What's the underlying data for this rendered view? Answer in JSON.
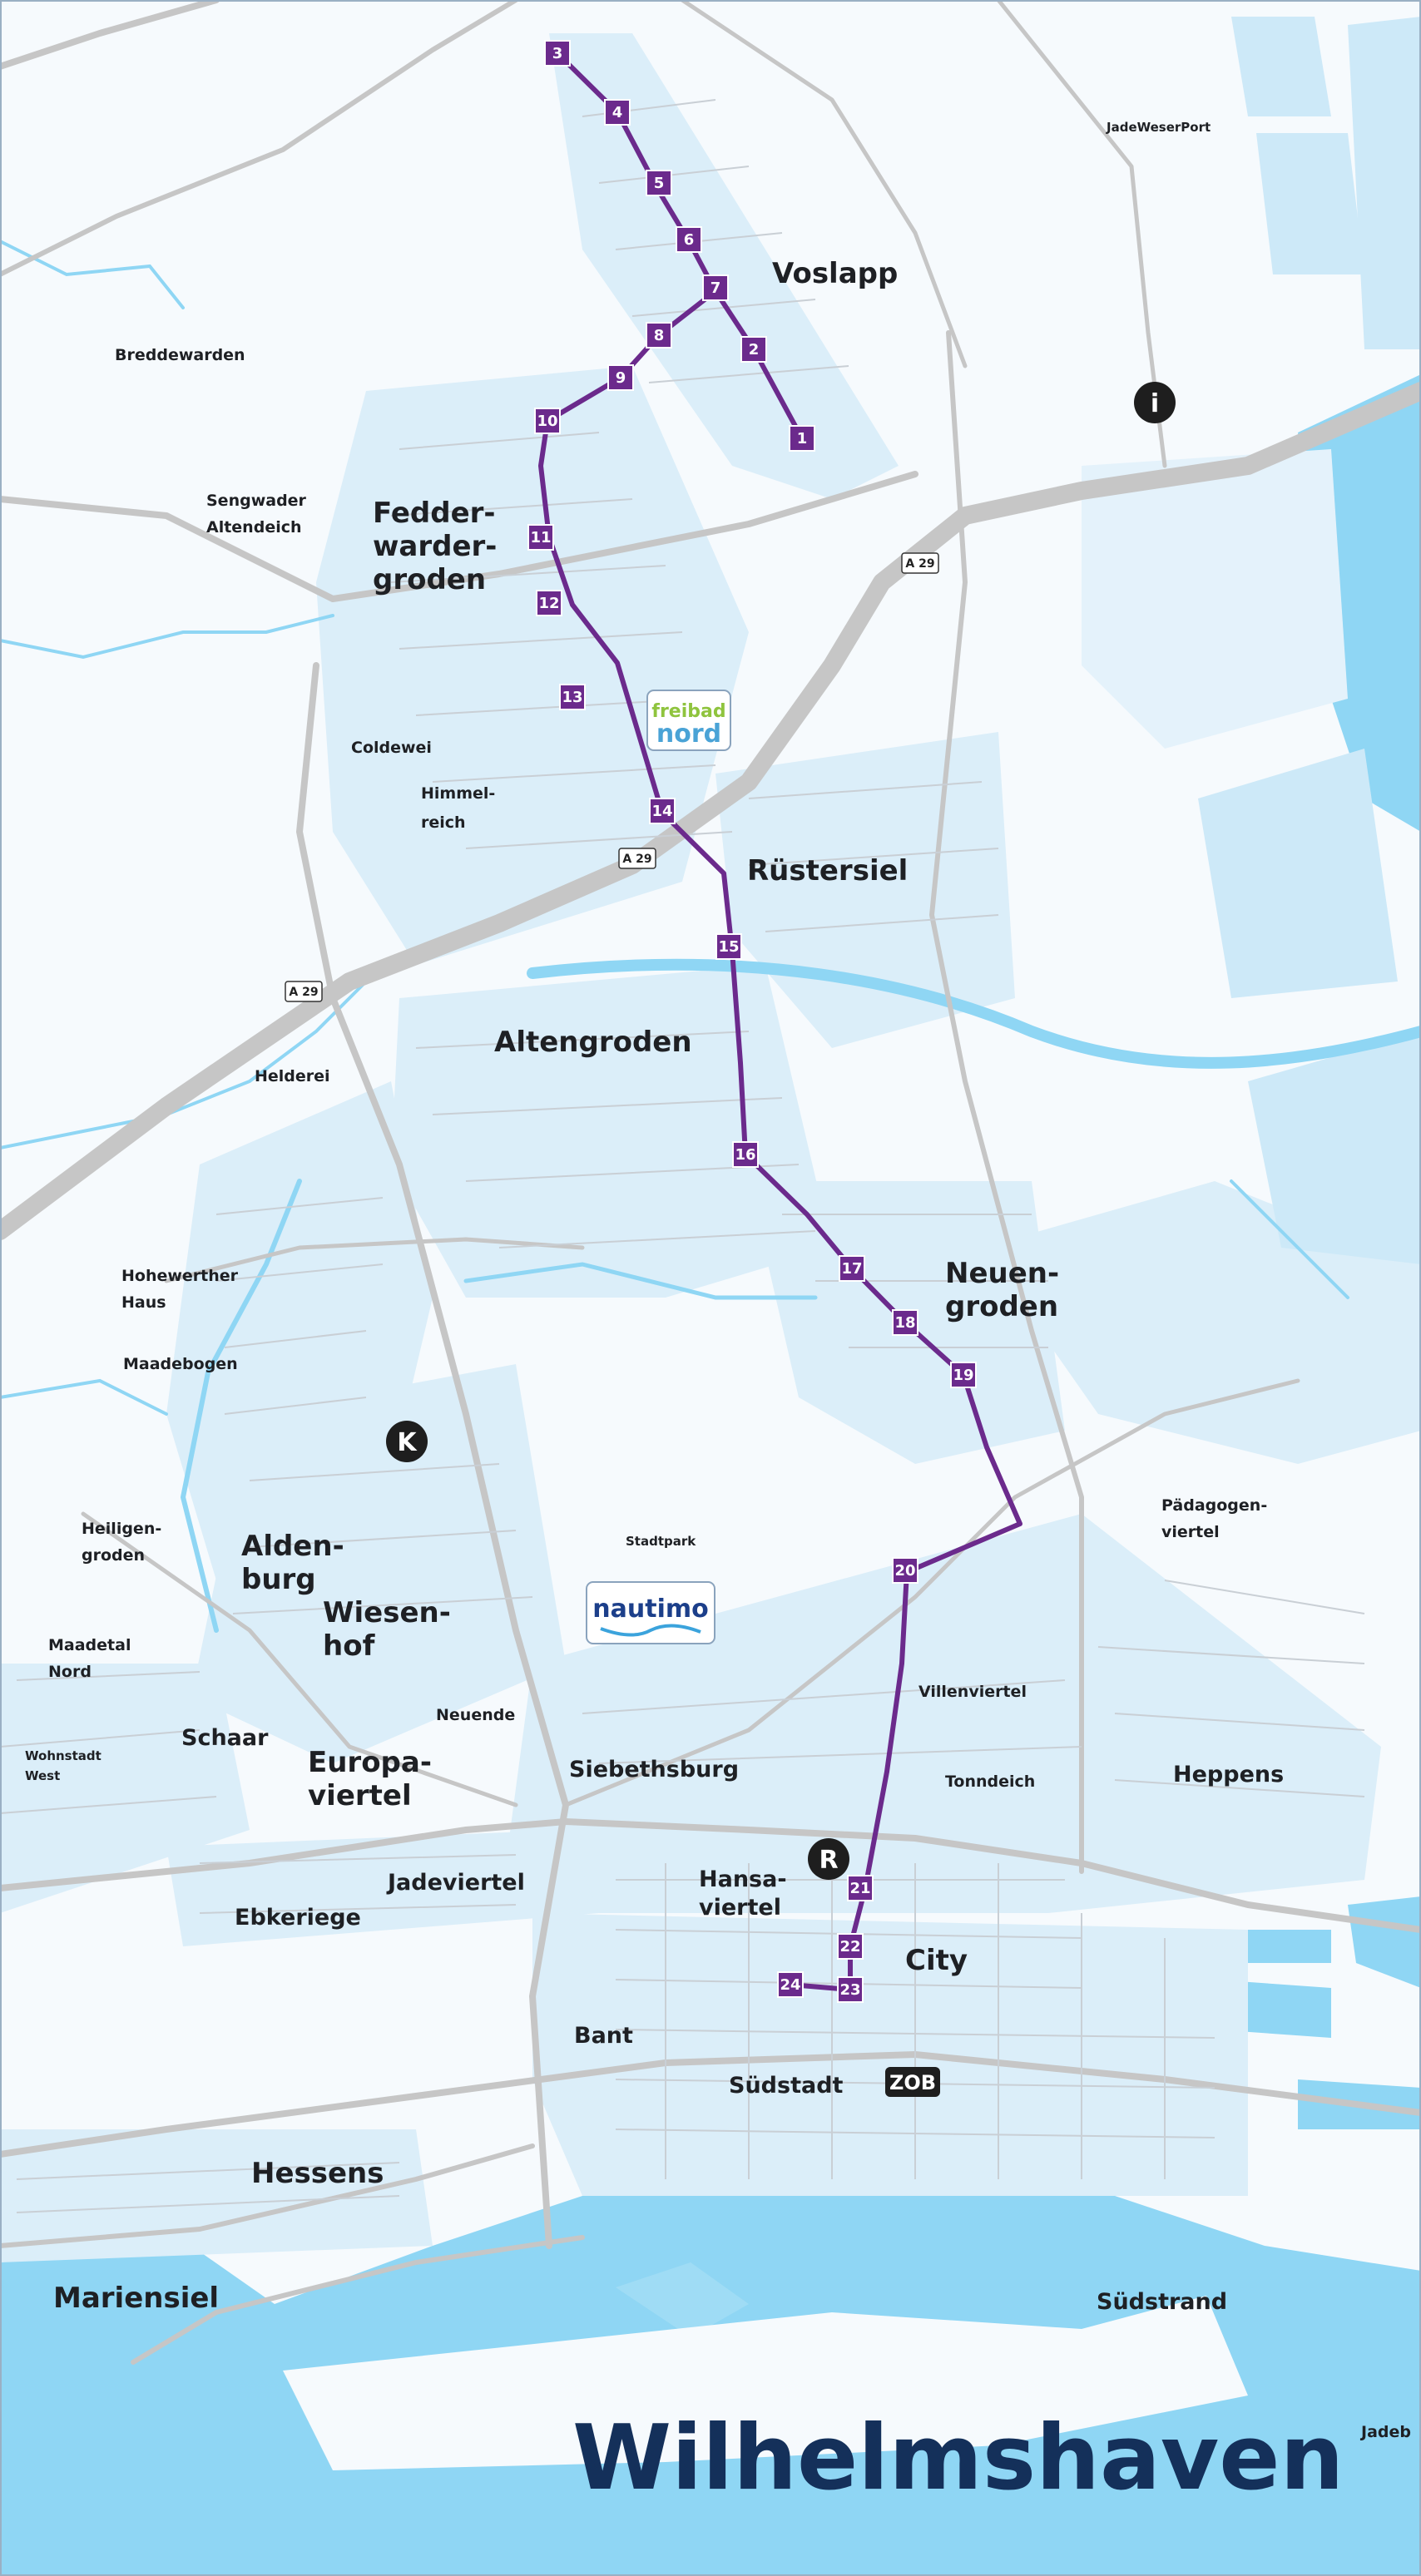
{
  "map": {
    "title": "Wilhelmshaven",
    "edge_label": "Jadeb",
    "route_color": "#6b2a8c",
    "water_color": "#8fd6f4",
    "land_color": "#daeef9",
    "road_color": "#bdbdbd",
    "stops": [
      {
        "id": "1",
        "label": "1"
      },
      {
        "id": "2",
        "label": "2"
      },
      {
        "id": "3",
        "label": "3"
      },
      {
        "id": "4",
        "label": "4"
      },
      {
        "id": "5",
        "label": "5"
      },
      {
        "id": "6",
        "label": "6"
      },
      {
        "id": "7",
        "label": "7"
      },
      {
        "id": "8",
        "label": "8"
      },
      {
        "id": "9",
        "label": "9"
      },
      {
        "id": "10",
        "label": "10"
      },
      {
        "id": "11",
        "label": "11"
      },
      {
        "id": "12",
        "label": "12"
      },
      {
        "id": "13",
        "label": "13"
      },
      {
        "id": "14",
        "label": "14"
      },
      {
        "id": "15",
        "label": "15"
      },
      {
        "id": "16",
        "label": "16"
      },
      {
        "id": "17",
        "label": "17"
      },
      {
        "id": "18",
        "label": "18"
      },
      {
        "id": "19",
        "label": "19"
      },
      {
        "id": "20",
        "label": "20"
      },
      {
        "id": "21",
        "label": "21"
      },
      {
        "id": "22",
        "label": "22"
      },
      {
        "id": "23",
        "label": "23"
      },
      {
        "id": "24",
        "label": "24"
      }
    ],
    "places": {
      "voslapp": "Voslapp",
      "jadeweserport": "JadeWeserPort",
      "breddewarden": "Breddewarden",
      "sengwader_1": "Sengwader",
      "sengwader_2": "Altendeich",
      "fedder_1": "Fedder-",
      "fedder_2": "warder-",
      "fedder_3": "groden",
      "coldewei": "Coldewei",
      "himmelreich_1": "Himmel-",
      "himmelreich_2": "reich",
      "ruestersiel": "Rüstersiel",
      "altengroden": "Altengroden",
      "helderei": "Helderei",
      "hohewerther_1": "Hohewerther",
      "hohewerther_2": "Haus",
      "maadebogen": "Maadebogen",
      "neuengroden_1": "Neuen-",
      "neuengroden_2": "groden",
      "paedagogen_1": "Pädagogen-",
      "paedagogen_2": "viertel",
      "heiligengroden_1": "Heiligen-",
      "heiligengroden_2": "groden",
      "aldenburg_1": "Alden-",
      "aldenburg_2": "burg",
      "wiesenhof_1": "Wiesen-",
      "wiesenhof_2": "hof",
      "stadtpark": "Stadtpark",
      "maadetal_1": "Maadetal",
      "maadetal_2": "Nord",
      "villenviertel": "Villenviertel",
      "neuende": "Neuende",
      "wohnstadt_1": "Wohnstadt",
      "wohnstadt_2": "West",
      "schaar": "Schaar",
      "europa_1": "Europa-",
      "europa_2": "viertel",
      "siebethsburg": "Siebethsburg",
      "tonndeich": "Tonndeich",
      "heppens": "Heppens",
      "jadeviertel": "Jadeviertel",
      "hansa_1": "Hansa-",
      "hansa_2": "viertel",
      "ebkeriege": "Ebkeriege",
      "city": "City",
      "bant": "Bant",
      "suedstadt": "Südstadt",
      "hessens": "Hessens",
      "mariensiel": "Mariensiel",
      "suedstrand": "Südstrand"
    },
    "road_shields": {
      "a29_1": "A 29",
      "a29_2": "A 29",
      "a29_3": "A 29"
    },
    "pois": {
      "info": "i",
      "kirche": "K",
      "rathaus": "R",
      "zob": "ZOB",
      "freibad_1": "freibad",
      "freibad_2": "nord",
      "nautimo": "nautimo"
    }
  }
}
